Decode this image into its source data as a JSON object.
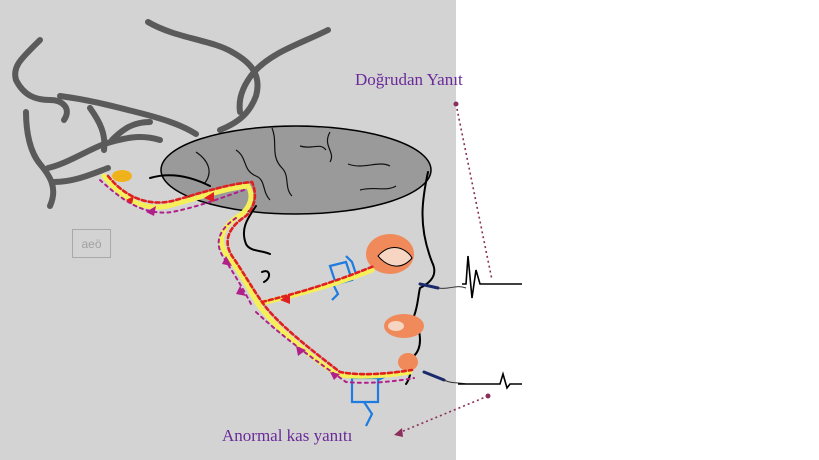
{
  "labels": {
    "direct_response": "Doğrudan Yanıt",
    "abnormal_response": "Anormal kas yanıtı"
  },
  "watermark_text": "aeö",
  "colors": {
    "panel_bg": "#d3d3d3",
    "label": "#6a2a9a",
    "pointer": "#8b2f5a",
    "nerve_yellow": "#f5f05a",
    "nerve_red": "#e02020",
    "arrow_magenta": "#b0208a",
    "muscle_orange": "#f08a5a",
    "electrode_blue": "#1e7be0",
    "brain_gray": "#9a9a9a",
    "skull_outline": "#5a5a5a"
  },
  "icons": [
    "face-outline-icon",
    "brain-icon",
    "electrode-icon",
    "waveform-icon"
  ]
}
